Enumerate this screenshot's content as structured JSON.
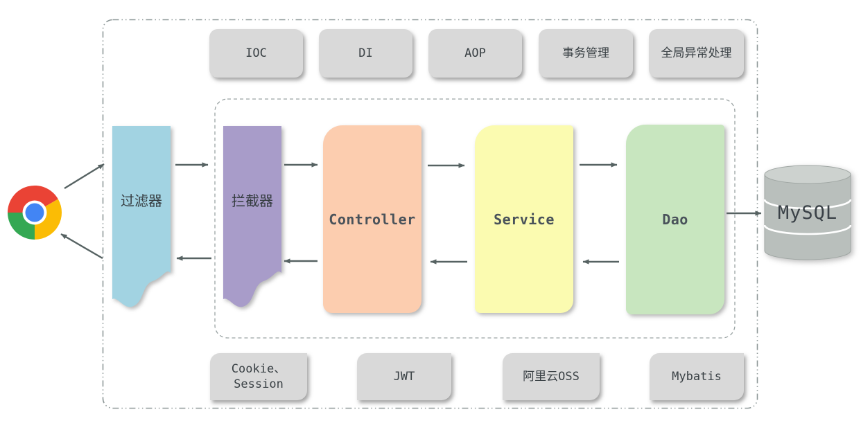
{
  "top_chips": [
    {
      "label": "IOC"
    },
    {
      "label": "DI"
    },
    {
      "label": "AOP"
    },
    {
      "label": "事务管理"
    },
    {
      "label": "全局异常处理"
    }
  ],
  "bottom_chips": [
    {
      "label": "Cookie、Session"
    },
    {
      "label": "JWT"
    },
    {
      "label": "阿里云OSS"
    },
    {
      "label": "Mybatis"
    }
  ],
  "nodes": {
    "filter": {
      "label": "过滤器",
      "color": "#a2d3e2"
    },
    "interceptor": {
      "label": "拦截器",
      "color": "#a89cc9"
    },
    "controller": {
      "label": "Controller",
      "color": "#fccdaf"
    },
    "service": {
      "label": "Service",
      "color": "#fbfbb0"
    },
    "dao": {
      "label": "Dao",
      "color": "#c8e6bf"
    }
  },
  "database": {
    "label": "MySQL",
    "body_color": "#b9bfbc",
    "top_color": "#cdd2cf"
  },
  "browser": {
    "icon": "chrome-logo",
    "colors": {
      "red": "#ea4335",
      "yellow": "#fbbc05",
      "green": "#34a853",
      "blue": "#4285f4"
    }
  },
  "styles": {
    "chip_color": "#d9d9d9",
    "arrow_color": "#566262",
    "outer_border_color": "#8f9999",
    "inner_border_color": "#9aa3a3",
    "text_color": "#3a4145"
  }
}
